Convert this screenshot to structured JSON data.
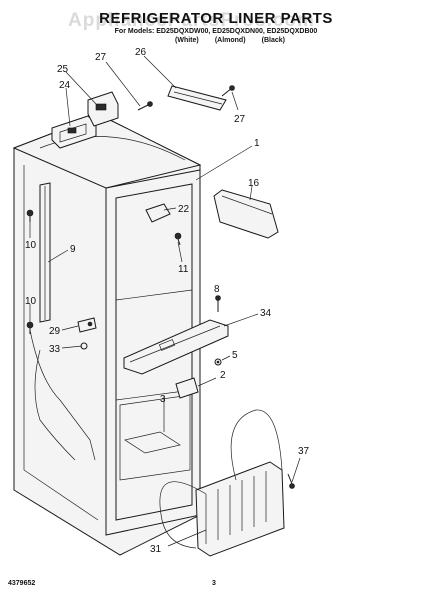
{
  "header": {
    "title": "REFRIGERATOR LINER PARTS",
    "subtitle": "For Models: ED25DQXDW00, ED25DQXDN00, ED25DQXDB00",
    "variants": [
      "(White)",
      "(Almond)",
      "(Black)"
    ],
    "watermark": "AppliancePartsPros.com"
  },
  "callouts": {
    "c25": "25",
    "c27a": "27",
    "c26": "26",
    "c24": "24",
    "c27b": "27",
    "c1": "1",
    "c16": "16",
    "c22": "22",
    "c10a": "10",
    "c9": "9",
    "c11": "11",
    "c8": "8",
    "c10b": "10",
    "c34": "34",
    "c29": "29",
    "c33": "33",
    "c5": "5",
    "c2": "2",
    "c3": "3",
    "c37": "37",
    "c31": "31"
  },
  "footer": {
    "part_number": "4379652",
    "page": "3"
  }
}
